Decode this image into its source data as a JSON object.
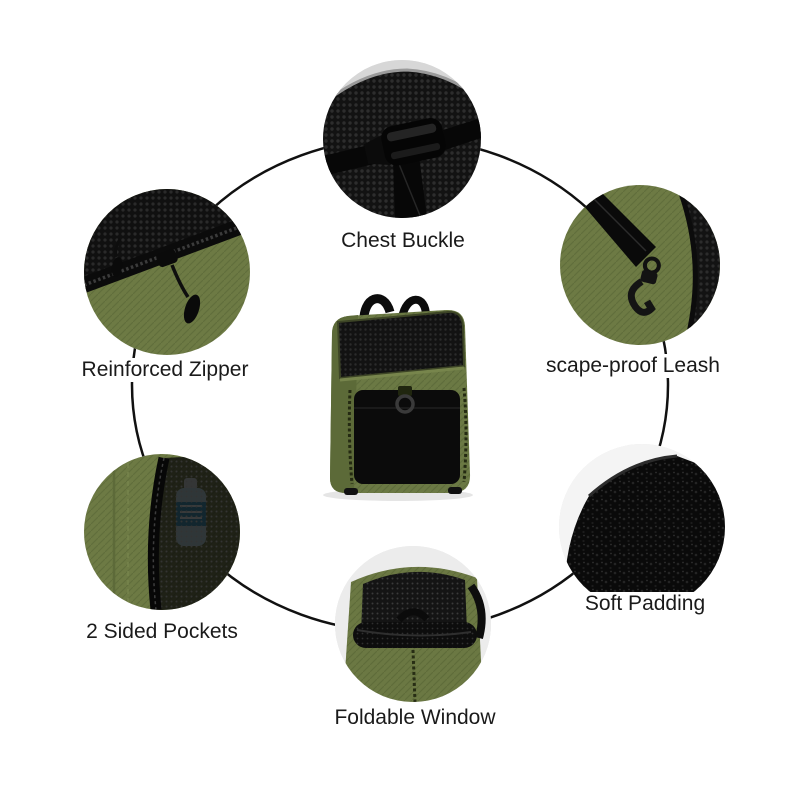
{
  "diagram": {
    "background": "#ffffff",
    "ring_color": "#111111",
    "label_color": "#1a1a1a"
  },
  "product": {
    "body_color": "#6b7944",
    "panel_color": "#0b0b0b",
    "mesh_color": "#121212"
  },
  "features": [
    {
      "id": "chest-buckle",
      "label": "Chest Buckle"
    },
    {
      "id": "reinforced-zipper",
      "label": "Reinforced Zipper"
    },
    {
      "id": "escape-proof-leash",
      "label": "scape-proof Leash"
    },
    {
      "id": "two-sided-pockets",
      "label": "2 Sided Pockets"
    },
    {
      "id": "soft-padding",
      "label": "Soft Padding"
    },
    {
      "id": "foldable-window",
      "label": "Foldable Window"
    }
  ]
}
